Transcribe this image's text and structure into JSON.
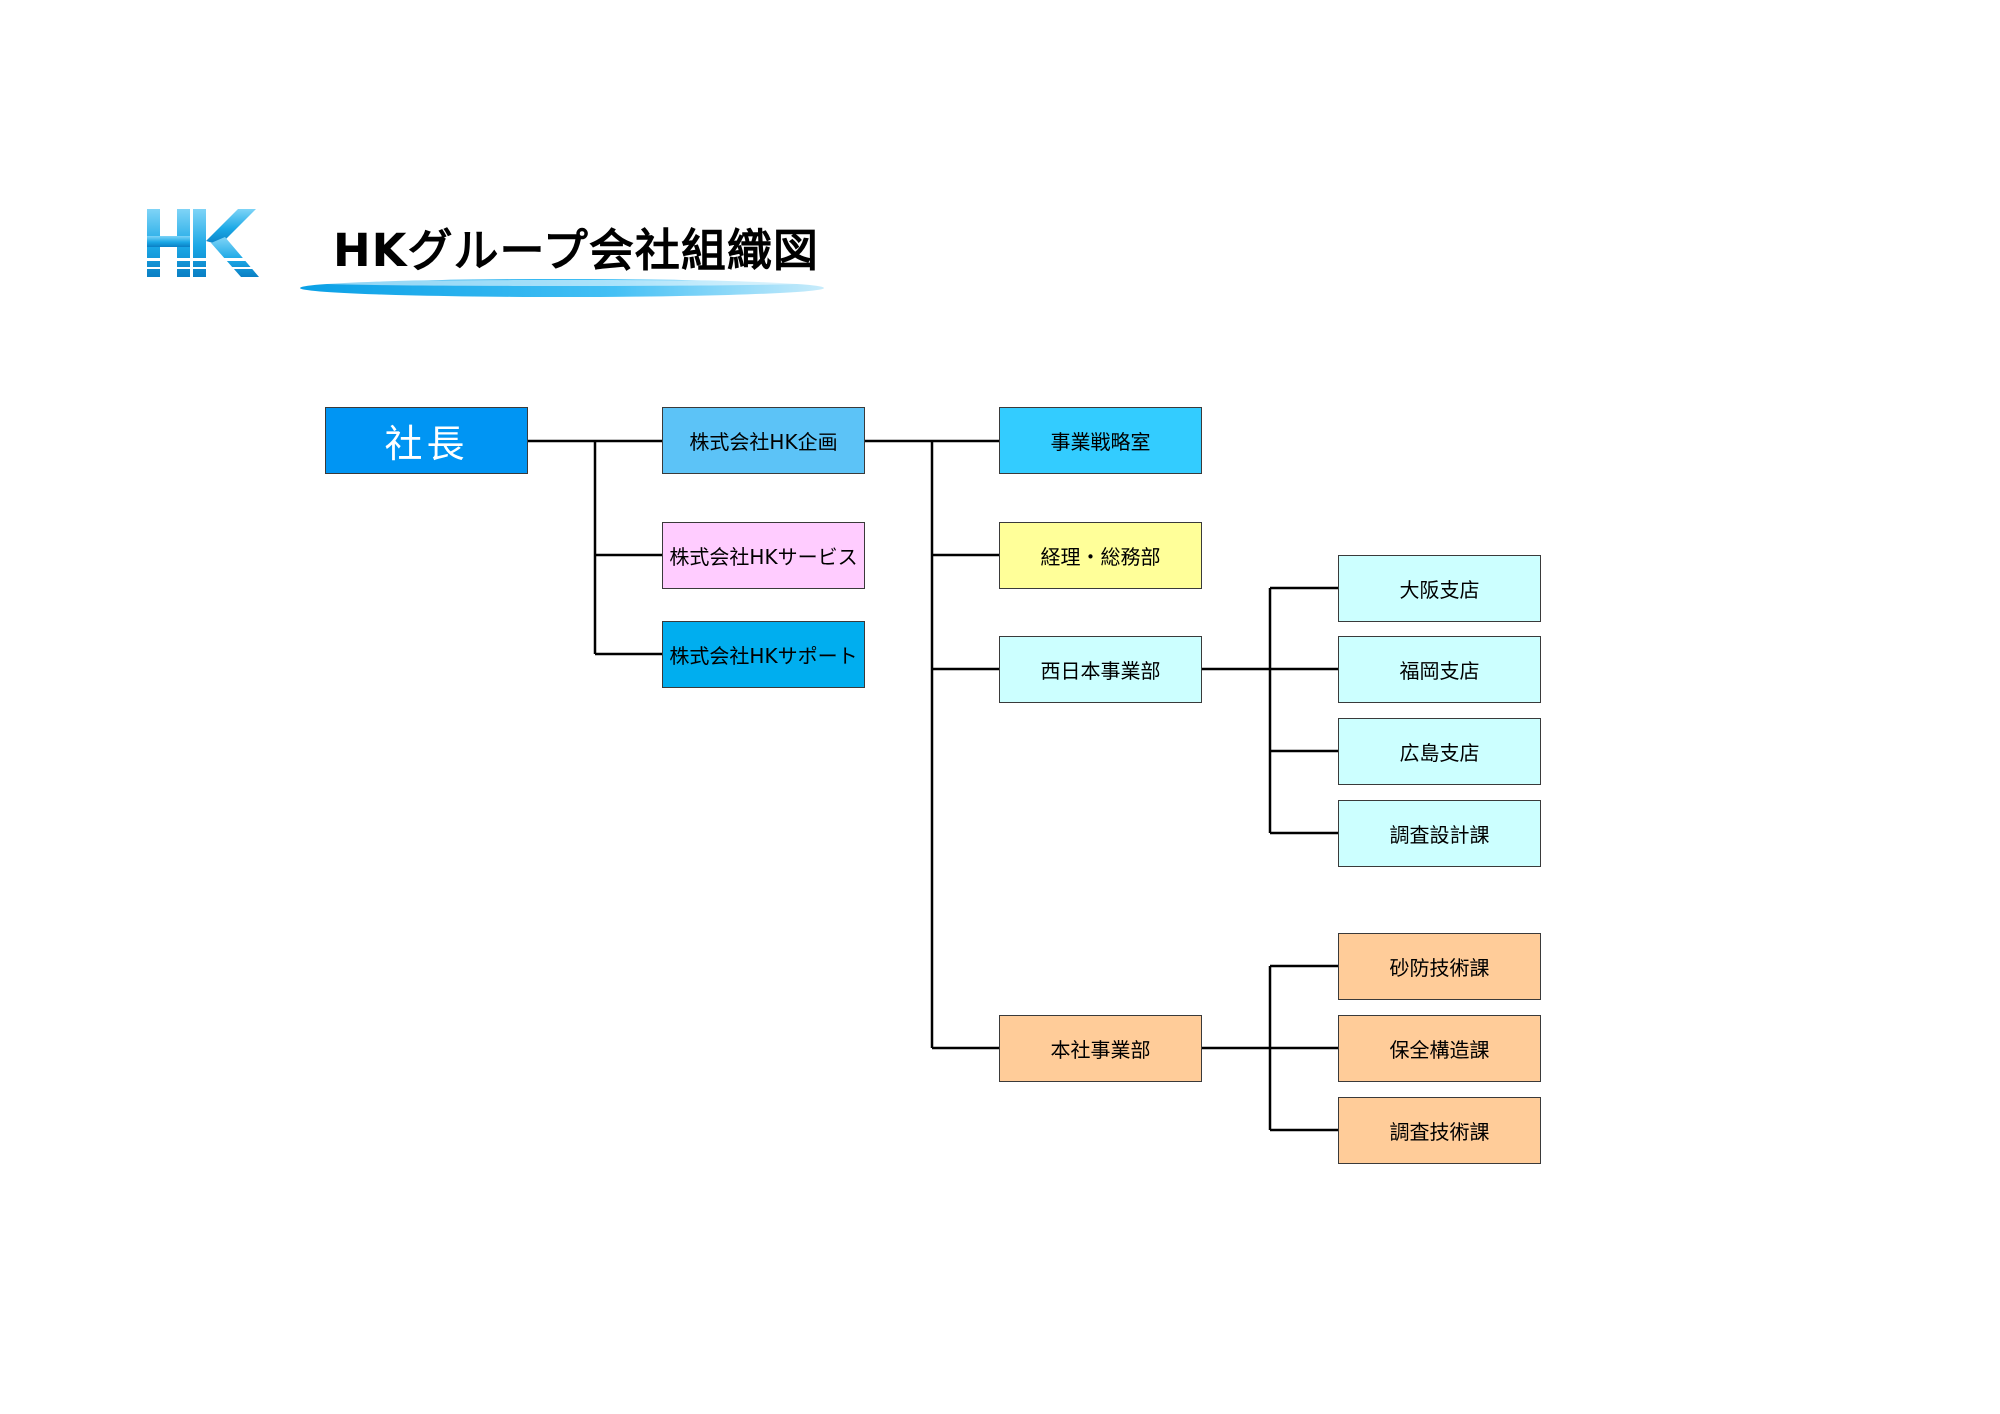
{
  "header": {
    "logo_text": "HK",
    "title": "HKグループ会社組織図"
  },
  "colors": {
    "ceo": "#0095F3",
    "blue_light": "#5CC3F7",
    "pink": "#FFCCFF",
    "blue_mid": "#00AEEF",
    "cyan": "#33CCFF",
    "yellow": "#FFFF99",
    "aqua": "#CCFFFF",
    "orange": "#FFCC99",
    "line": "#000000"
  },
  "org": {
    "ceo": "社長",
    "companies": [
      "株式会社HK企画",
      "株式会社HKサービス",
      "株式会社HKサポート"
    ],
    "divisions": [
      "事業戦略室",
      "経理・総務部",
      "西日本事業部",
      "本社事業部"
    ],
    "west_units": [
      "大阪支店",
      "福岡支店",
      "広島支店",
      "調査設計課"
    ],
    "head_units": [
      "砂防技術課",
      "保全構造課",
      "調査技術課"
    ]
  }
}
